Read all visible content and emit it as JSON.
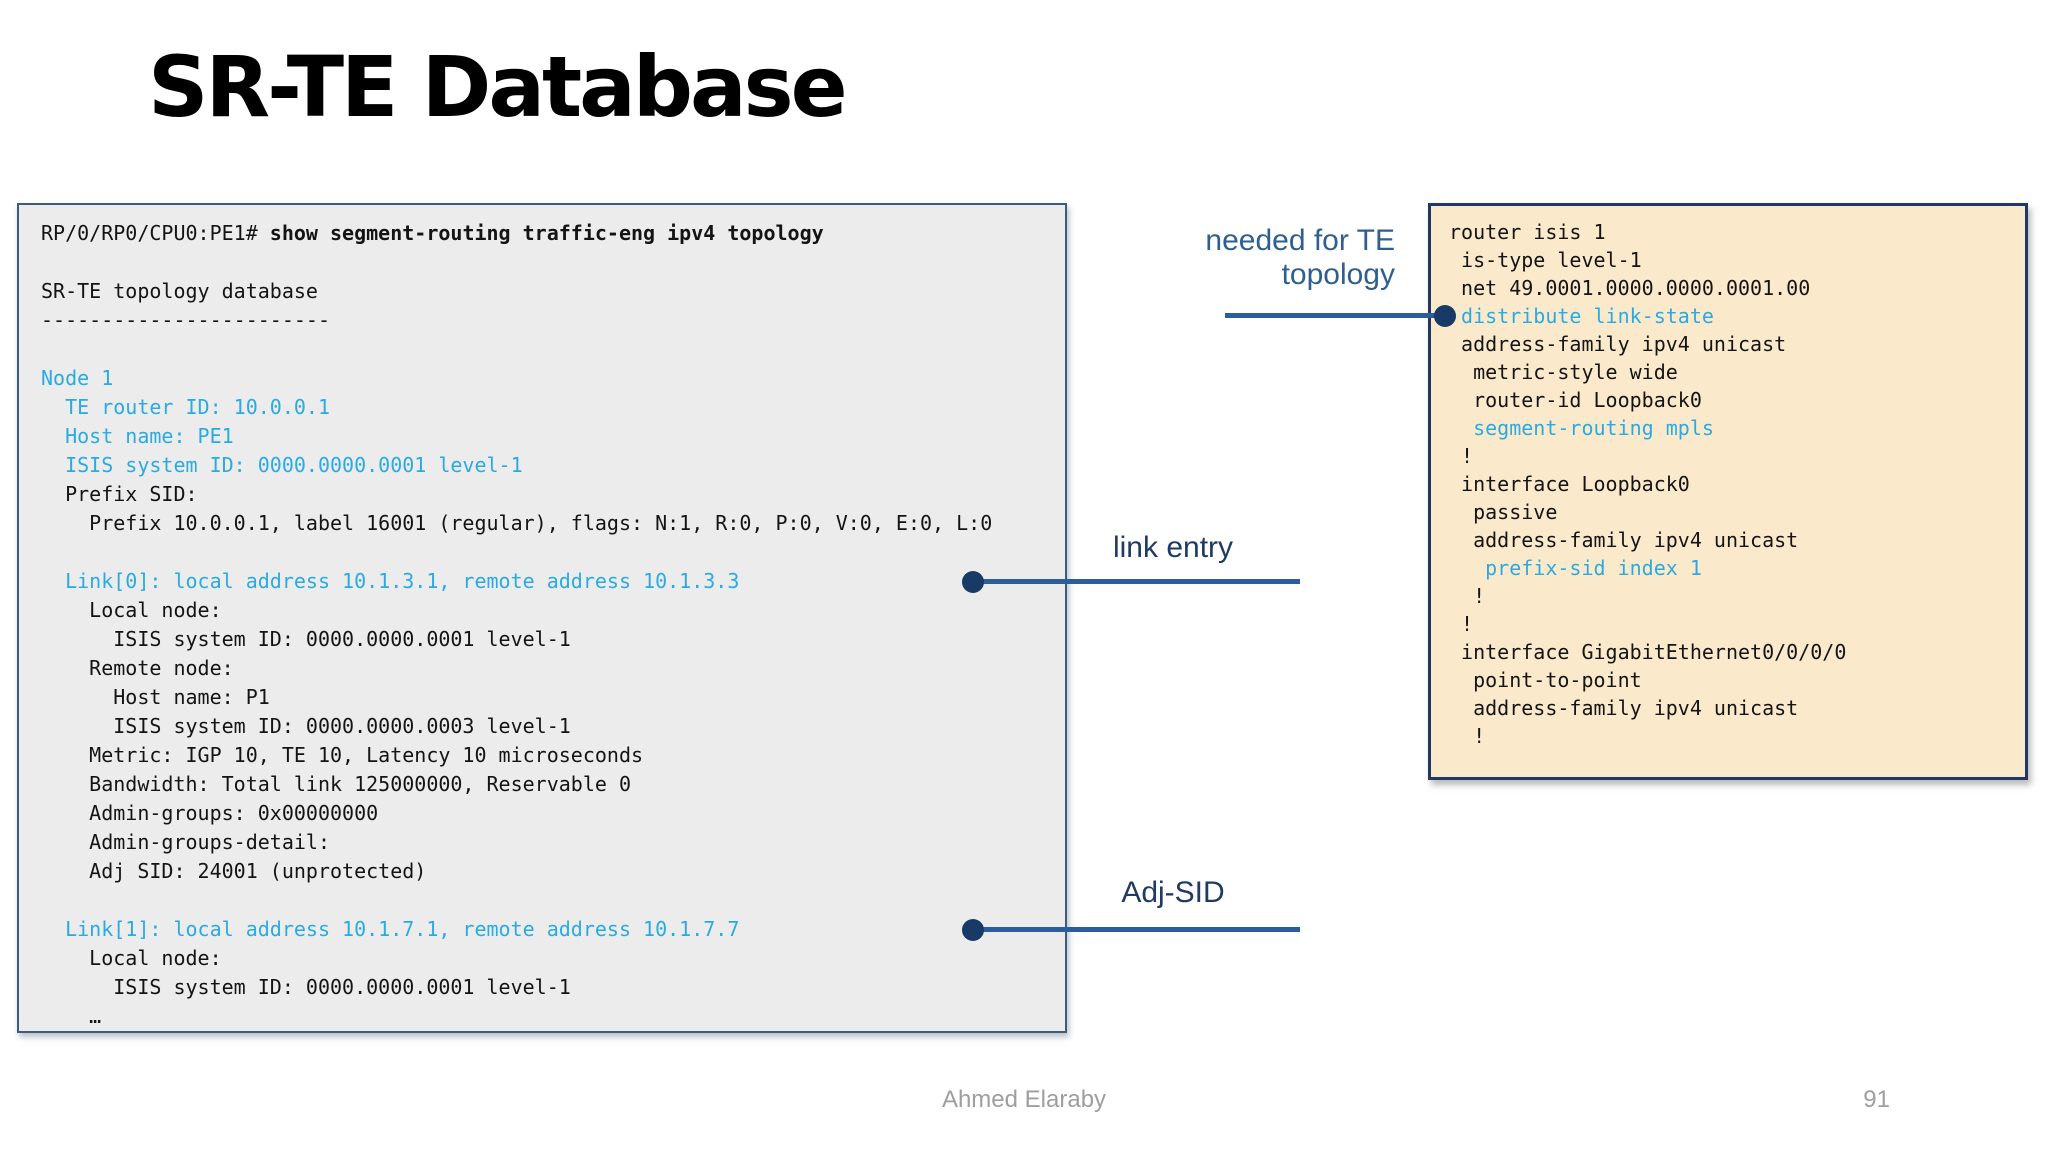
{
  "slide": {
    "title": "SR-TE Database",
    "footer": {
      "author": "Ahmed Elaraby",
      "page_number": "91"
    }
  },
  "colors": {
    "cyan_highlight": "#29ABE2",
    "console_bg": "#ECECEC",
    "console_border": "#3D5C79",
    "config_bg": "#FBE9CC",
    "config_border": "#1F3864",
    "annotation_blue": "#2E5F8F",
    "annotation_dark_blue": "#1F3B63",
    "connector_line": "#2B5D99",
    "connector_dot": "#173A66",
    "footer_gray": "#9E9E9E"
  },
  "console": {
    "lines": [
      [
        {
          "t": "RP/0/RP0/CPU0:PE1# "
        },
        {
          "t": "show segment-routing traffic-eng ipv4 topology",
          "c": "b"
        }
      ],
      [],
      [
        {
          "t": "SR-TE topology database"
        }
      ],
      [
        {
          "t": "------------------------"
        }
      ],
      [],
      [
        {
          "t": "Node 1",
          "c": "cy"
        }
      ],
      [
        {
          "t": "  TE router ID: 10.0.0.1",
          "c": "cy"
        }
      ],
      [
        {
          "t": "  Host name: PE1",
          "c": "cy"
        }
      ],
      [
        {
          "t": "  ISIS system ID: 0000.0000.0001 level-1",
          "c": "cy"
        }
      ],
      [
        {
          "t": "  Prefix SID:"
        }
      ],
      [
        {
          "t": "    Prefix 10.0.0.1, label 16001 (regular), flags: N:1, R:0, P:0, V:0, E:0, L:0"
        }
      ],
      [],
      [
        {
          "t": "  Link[0]: local address 10.1.3.1, remote address 10.1.3.3",
          "c": "cy"
        }
      ],
      [
        {
          "t": "    Local node:"
        }
      ],
      [
        {
          "t": "      ISIS system ID: 0000.0000.0001 level-1"
        }
      ],
      [
        {
          "t": "    Remote node:"
        }
      ],
      [
        {
          "t": "      Host name: P1"
        }
      ],
      [
        {
          "t": "      ISIS system ID: 0000.0000.0003 level-1"
        }
      ],
      [
        {
          "t": "    Metric: IGP 10, TE 10, Latency 10 microseconds"
        }
      ],
      [
        {
          "t": "    Bandwidth: Total link 125000000, Reservable 0"
        }
      ],
      [
        {
          "t": "    Admin-groups: 0x00000000"
        }
      ],
      [
        {
          "t": "    Admin-groups-detail:"
        }
      ],
      [
        {
          "t": "    Adj SID: 24001 (unprotected)"
        }
      ],
      [],
      [
        {
          "t": "  Link[1]: local address 10.1.7.1, remote address 10.1.7.7",
          "c": "cy"
        }
      ],
      [
        {
          "t": "    Local node:"
        }
      ],
      [
        {
          "t": "      ISIS system ID: 0000.0000.0001 level-1"
        }
      ],
      [
        {
          "t": "    …"
        }
      ]
    ]
  },
  "config": {
    "lines": [
      [
        {
          "t": "router isis 1"
        }
      ],
      [
        {
          "t": " is-type level-1"
        }
      ],
      [
        {
          "t": " net 49.0001.0000.0000.0001.00"
        }
      ],
      [
        {
          "t": " distribute link-state",
          "c": "cy"
        }
      ],
      [
        {
          "t": " address-family ipv4 unicast"
        }
      ],
      [
        {
          "t": "  metric-style wide"
        }
      ],
      [
        {
          "t": "  router-id Loopback0"
        }
      ],
      [
        {
          "t": "  segment-routing mpls",
          "c": "cy"
        }
      ],
      [
        {
          "t": " !"
        }
      ],
      [
        {
          "t": " interface Loopback0"
        }
      ],
      [
        {
          "t": "  passive"
        }
      ],
      [
        {
          "t": "  address-family ipv4 unicast"
        }
      ],
      [
        {
          "t": "   prefix-sid index 1",
          "c": "cy"
        }
      ],
      [
        {
          "t": "  !"
        }
      ],
      [
        {
          "t": " !"
        }
      ],
      [
        {
          "t": " interface GigabitEthernet0/0/0/0"
        }
      ],
      [
        {
          "t": "  point-to-point"
        }
      ],
      [
        {
          "t": "  address-family ipv4 unicast"
        }
      ],
      [
        {
          "t": "  !"
        }
      ]
    ]
  },
  "annotations": {
    "needed_for_te": {
      "label": "needed for TE topology"
    },
    "link_entry": {
      "label": "link entry"
    },
    "adj_sid": {
      "label": "Adj-SID"
    }
  }
}
